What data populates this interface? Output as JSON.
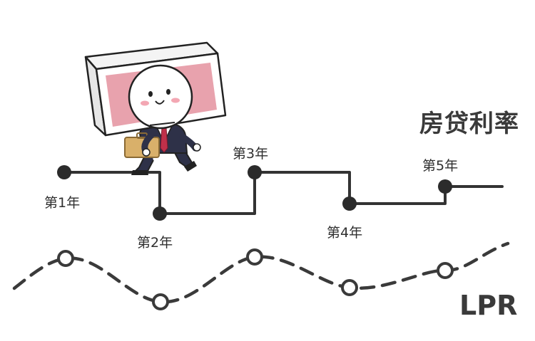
{
  "title": "房贷利率",
  "subtitle": "LPR",
  "years": [
    "第1年",
    "第2年",
    "第3年",
    "第4年",
    "第5年"
  ],
  "colors": {
    "line": "#333333",
    "node": "#2b2b2b",
    "book_pink": "#e8a2ad",
    "suit": "#2e3148",
    "tie": "#c0304a",
    "briefcase": "#d9b06a"
  },
  "icons": [
    "cartoon-book-head-character-icon"
  ]
}
